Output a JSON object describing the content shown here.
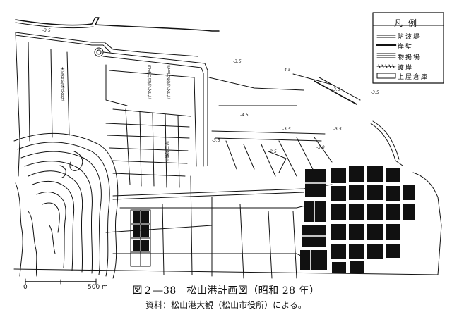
{
  "caption": {
    "title": "図２―38　松山港計画図（昭和 28 年）",
    "source": "資料：松山港大観（松山市役所）による。"
  },
  "scale_bar": {
    "start_label": "0",
    "end_label": "500 m"
  },
  "legend": {
    "title": "凡例",
    "items": [
      {
        "label": "防波堤",
        "symbol": "double-line"
      },
      {
        "label": "岸壁",
        "symbol": "thick-line"
      },
      {
        "label": "物揚場",
        "symbol": "triple-line"
      },
      {
        "label": "護岸",
        "symbol": "hatched-line"
      },
      {
        "label": "上屋倉庫",
        "symbol": "open-rectangle"
      }
    ]
  },
  "map_labels": {
    "company_left": "大阪商船株式会社",
    "company_center": "日本石油株式会社",
    "company_right": "松山石炭株式会社",
    "street_name": "松山港通り"
  },
  "depth_soundings": [
    "-3.5",
    "-4.5",
    "-3.5",
    "-3.5",
    "-4.5",
    "-3.5",
    "-2.5",
    "-3.0",
    "-3.5",
    "-3.5",
    "-3.5"
  ],
  "colors": {
    "ink": "#111111",
    "paper": "#ffffff"
  }
}
